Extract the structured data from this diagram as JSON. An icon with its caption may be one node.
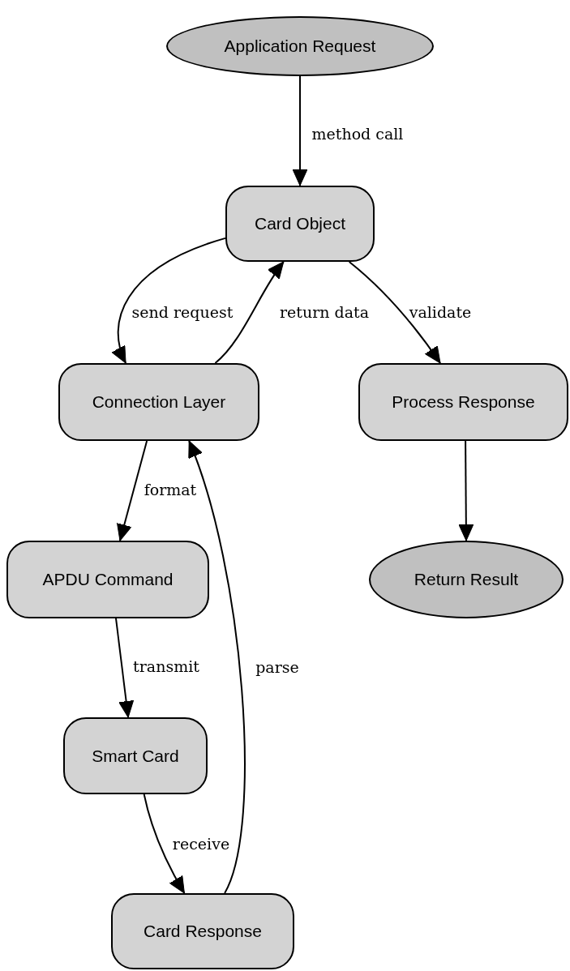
{
  "diagram": {
    "nodes": [
      {
        "text": [
          "Application Request"
        ]
      },
      {
        "text": [
          "Card Object"
        ]
      },
      {
        "text": [
          "Connection Layer"
        ]
      },
      {
        "text": [
          "Process Response"
        ]
      },
      {
        "text": [
          "APDU Command"
        ]
      },
      {
        "text": [
          "Return Result"
        ]
      },
      {
        "text": [
          "Smart Card"
        ]
      },
      {
        "text": [
          "Card Response"
        ]
      }
    ],
    "edges": [
      {
        "from": 0,
        "to": 1,
        "arrow": "to",
        "label": "method call"
      },
      {
        "from": 1,
        "to": 2,
        "arrow": "to",
        "label": "send request"
      },
      {
        "from": 2,
        "to": 1,
        "arrow": "to",
        "label": "return data"
      },
      {
        "from": 1,
        "to": 3,
        "arrow": "to",
        "label": "validate"
      },
      {
        "from": 3,
        "to": 5,
        "arrow": "to"
      },
      {
        "from": 2,
        "to": 4,
        "arrow": "to",
        "label": "format"
      },
      {
        "from": 4,
        "to": 6,
        "arrow": "to",
        "label": "transmit"
      },
      {
        "from": 6,
        "to": 7,
        "arrow": "to",
        "label": "receive"
      },
      {
        "from": 7,
        "to": 2,
        "arrow": "to",
        "label": "parse"
      }
    ]
  }
}
